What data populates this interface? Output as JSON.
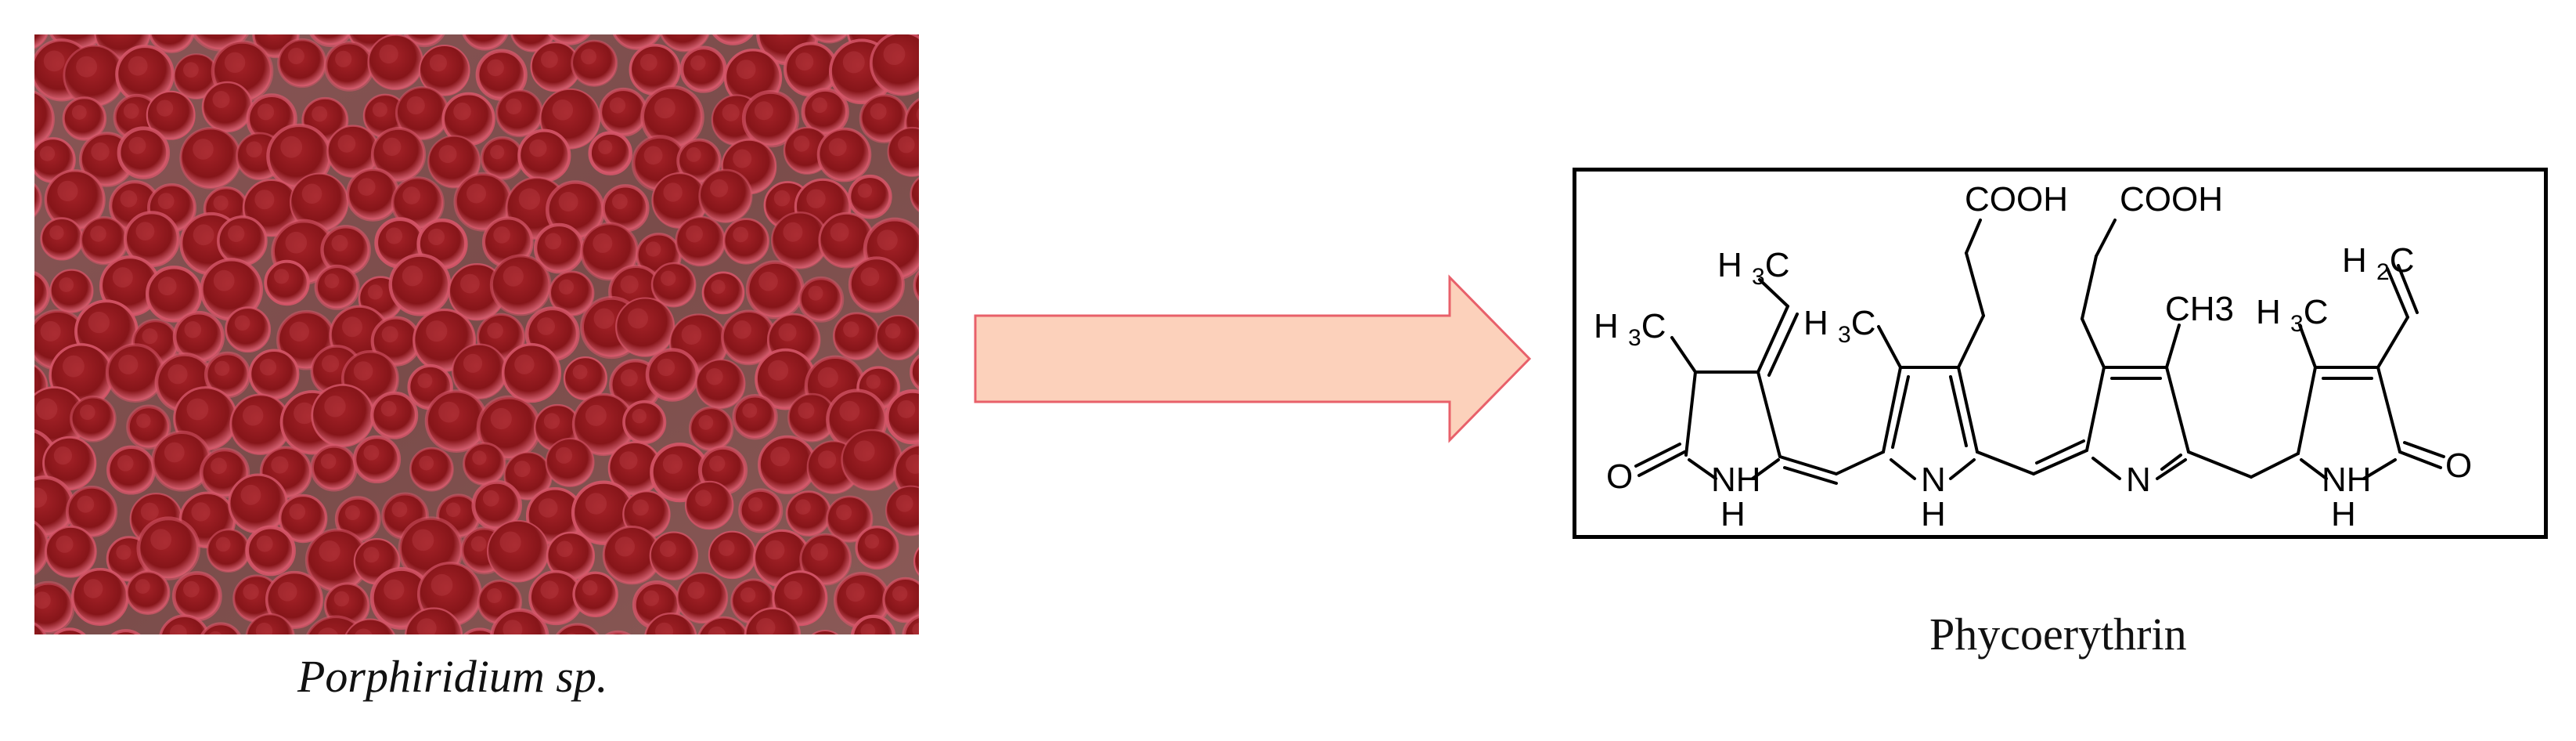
{
  "left_caption": "Porphiridium sp.",
  "right_caption": "Phycoerythrin",
  "colors": {
    "cell_fill": "#8e1a1f",
    "cell_rim": "#d6576a",
    "medium": "#7f5555",
    "arrow_fill": "#fcd1bb",
    "arrow_stroke": "#e8606a"
  },
  "structure_labels": {
    "cooh_left": "COOH",
    "cooh_right": "COOH",
    "h3c_ethylidene": "H3C",
    "h3c_ring1": "H3C",
    "h3c_ring2": "H3C",
    "ch3_ring3": "CH3",
    "h3c_ring4": "H3C",
    "h2c_vinyl": "H2C",
    "o_left": "O",
    "o_right": "O",
    "nh_1": "NH",
    "h_1": "H",
    "n_h_2": "N",
    "h_2": "H",
    "n_3": "N",
    "nh_4": "NH",
    "h_4": "H"
  }
}
